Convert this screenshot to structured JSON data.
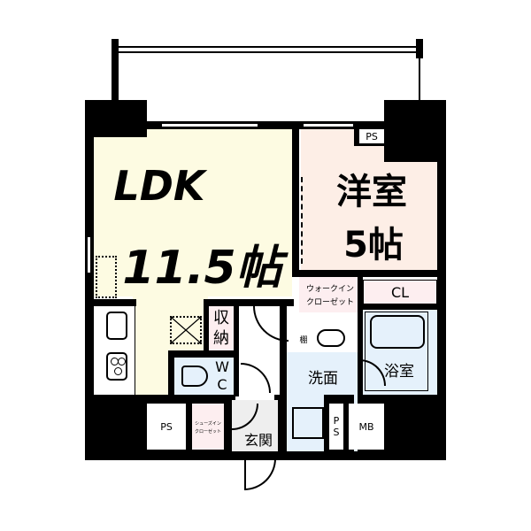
{
  "floorplan": {
    "ldk": {
      "name": "LDK",
      "size": "11.5帖",
      "color": "#fdfbe2"
    },
    "western_room": {
      "name": "洋室",
      "size": "5帖",
      "color": "#fdeee6"
    },
    "walk_in_closet": {
      "line1": "ウォークイン",
      "line2": "クローゼット",
      "color": "#fdeef0"
    },
    "closet": {
      "label": "CL",
      "color": "#fdeef0"
    },
    "storage": {
      "line1": "収",
      "line2": "納",
      "color": "#fdeef0"
    },
    "wc": {
      "line1": "W",
      "line2": "C",
      "color": "#e5f1fb"
    },
    "washroom": {
      "label": "洗面",
      "color": "#e5f1fb"
    },
    "shelf": {
      "label": "棚"
    },
    "bathroom": {
      "label": "浴室",
      "color": "#e5f1fb"
    },
    "entrance": {
      "label": "玄関",
      "color": "#eeeeee"
    },
    "shoe_closet": {
      "line1": "シューズイン",
      "line2": "クローゼット",
      "color": "#fdeef0"
    },
    "ps_top": {
      "label": "PS"
    },
    "ps_bottom_left": {
      "label": "PS"
    },
    "ps_bottom_mid": {
      "label": "PS"
    },
    "mb": {
      "label": "MB"
    }
  }
}
